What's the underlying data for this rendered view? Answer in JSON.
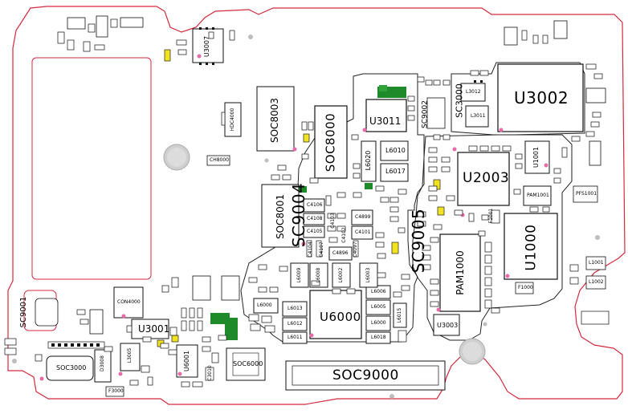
{
  "board": {
    "outline_color": "#d42a3c",
    "green_color": "#1f8a2a",
    "yellow_color": "#f1e321",
    "pink_color": "#e86aa8",
    "labels": {
      "u3002": "U3002",
      "u2003": "U2003",
      "u1000": "U1000",
      "u6000": "U6000",
      "u3011": "U3011",
      "u3001": "U3001",
      "u3007": "U3007",
      "u3003": "U3003",
      "u1001": "U1001",
      "u6001": "U6001",
      "soc9000": "SOC9000",
      "soc8000": "SOC8000",
      "soc8001": "SOC8001",
      "soc8003": "SOC8003",
      "soc3000": "SOC3000",
      "soc6000": "SOC6000",
      "sc9004": "SC9004",
      "sc9005": "SC9005",
      "sc9001": "SC9001",
      "sc9002": "SC9002",
      "sc3000": "SC3000",
      "pam1000": "PAM1000",
      "pam1001": "PAM1001",
      "hdc4000": "HDC4000",
      "l6010": "L6010",
      "l6017": "L6017",
      "l6020": "L6020",
      "l6009": "L6009",
      "l6008": "L6008",
      "l6002": "L6002",
      "l6003": "L6003",
      "l6006": "L6006",
      "l6005": "L6005",
      "l6000": "L6000",
      "l6015": "L6015",
      "l6013": "L6013",
      "l6012": "L6012",
      "l6011": "L6011",
      "l6018": "L6018",
      "l3012": "L3012",
      "l3011": "L3011",
      "c4106": "C4106",
      "c4108": "C4108",
      "c4105": "C4105",
      "c4899": "C4899",
      "c4101": "C4101",
      "c4102": "C4102",
      "c4896": "C4896",
      "c4104": "C4104",
      "c4107": "C4107",
      "c4103": "C4103",
      "c4097": "C4097",
      "ch8000": "CH8000",
      "con4000": "CON4000",
      "f1001": "F1001",
      "f1000": "F1000",
      "pfs1001": "PFS1001",
      "l1001": "L1001",
      "l1002": "L1002",
      "d3008": "D3008",
      "l3005": "L3005",
      "f3000": "F3000",
      "c3010": "C3010"
    }
  }
}
